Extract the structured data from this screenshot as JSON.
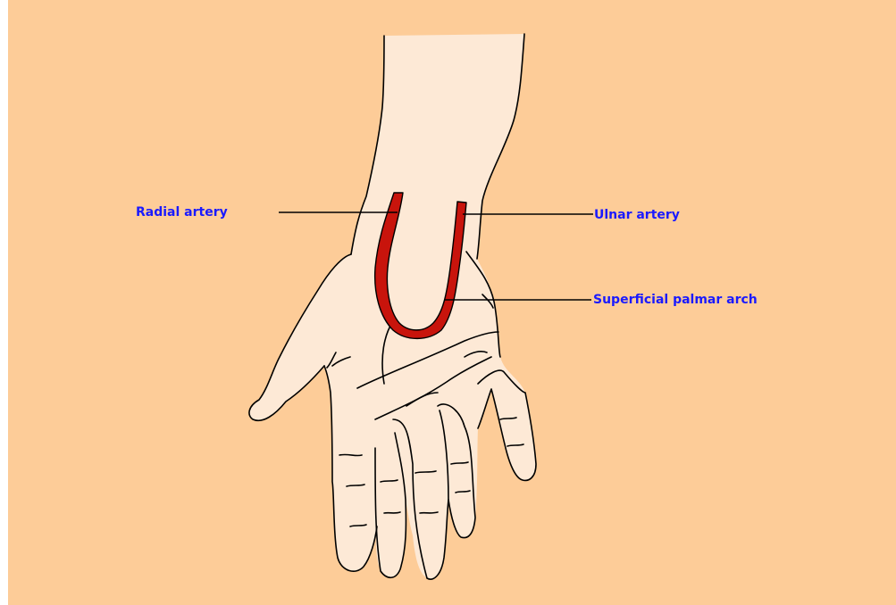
{
  "labels": {
    "radial_artery": "Radial artery",
    "ulnar_artery": "Ulnar artery",
    "superficial_palmar_arch": "Superficial palmar arch"
  },
  "colors": {
    "background": "#fdcc98",
    "skin": "#fde9d6",
    "artery": "#c8140c",
    "label_text": "#1a1aff",
    "outline": "#000000"
  }
}
